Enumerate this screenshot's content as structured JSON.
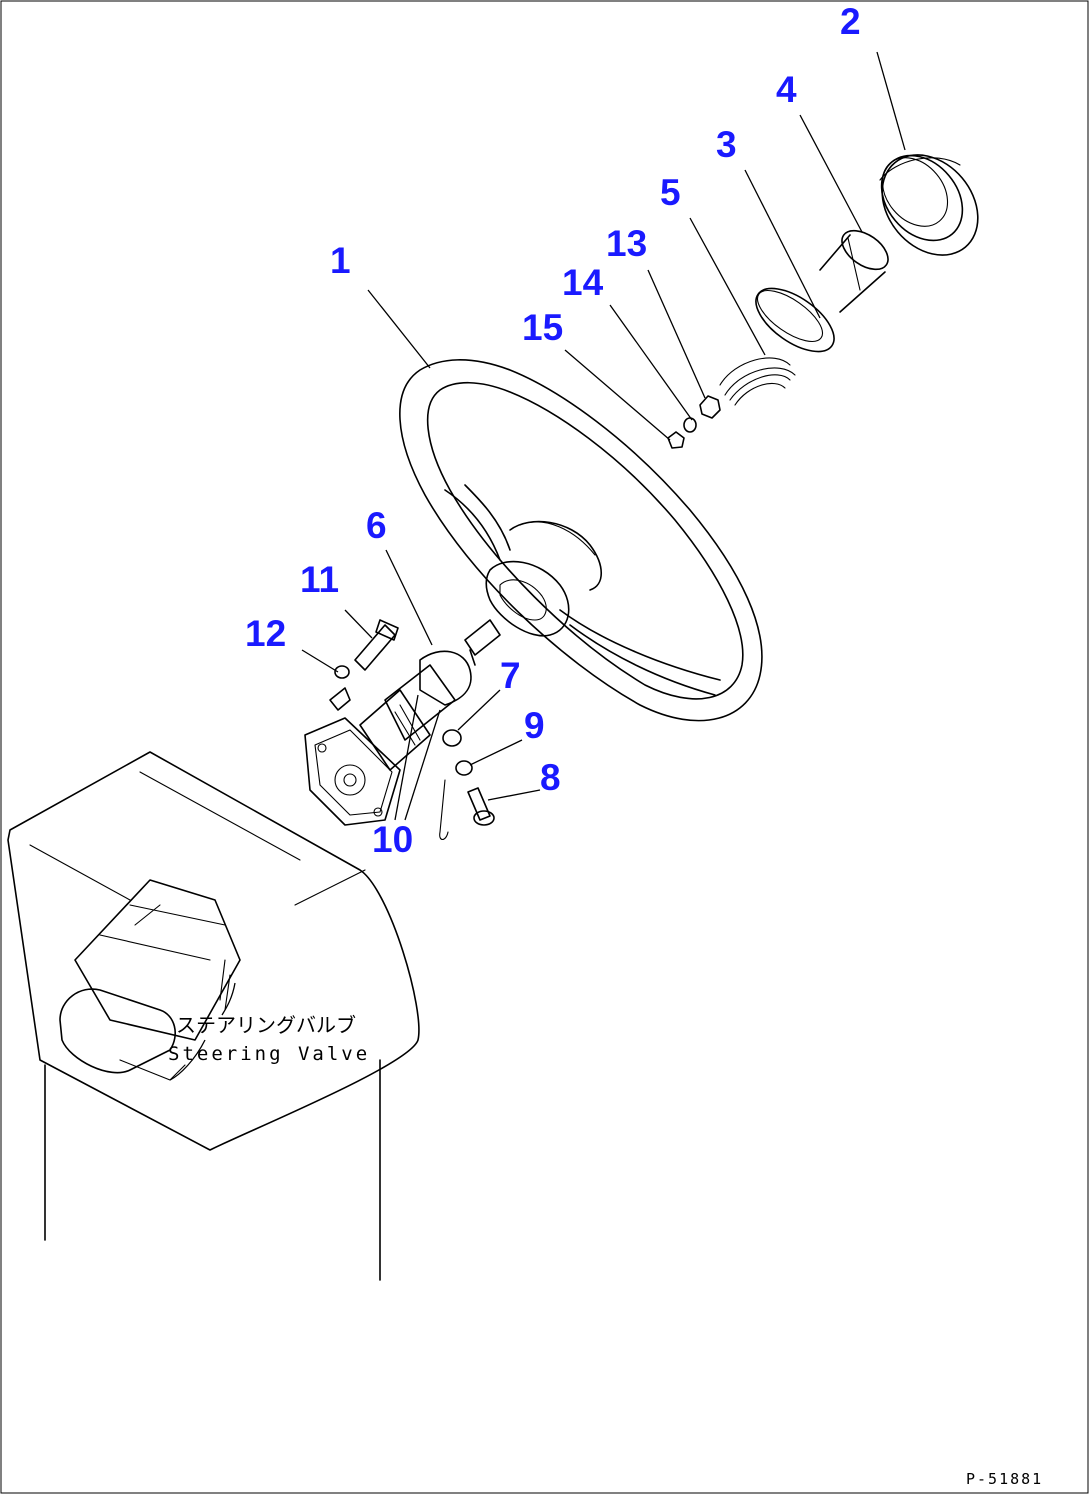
{
  "callouts": {
    "c1": "1",
    "c2": "2",
    "c3": "3",
    "c4": "4",
    "c5": "5",
    "c6": "6",
    "c7": "7",
    "c8": "8",
    "c9": "9",
    "c10": "10",
    "c11": "11",
    "c12": "12",
    "c13": "13",
    "c14": "14",
    "c15": "15"
  },
  "note": {
    "japanese": "ステアリングバルブ",
    "english": "Steering Valve"
  },
  "drawing_code": "P-51881",
  "colors": {
    "callout": "#1a1aff",
    "line": "#000000",
    "background": "#ffffff"
  }
}
